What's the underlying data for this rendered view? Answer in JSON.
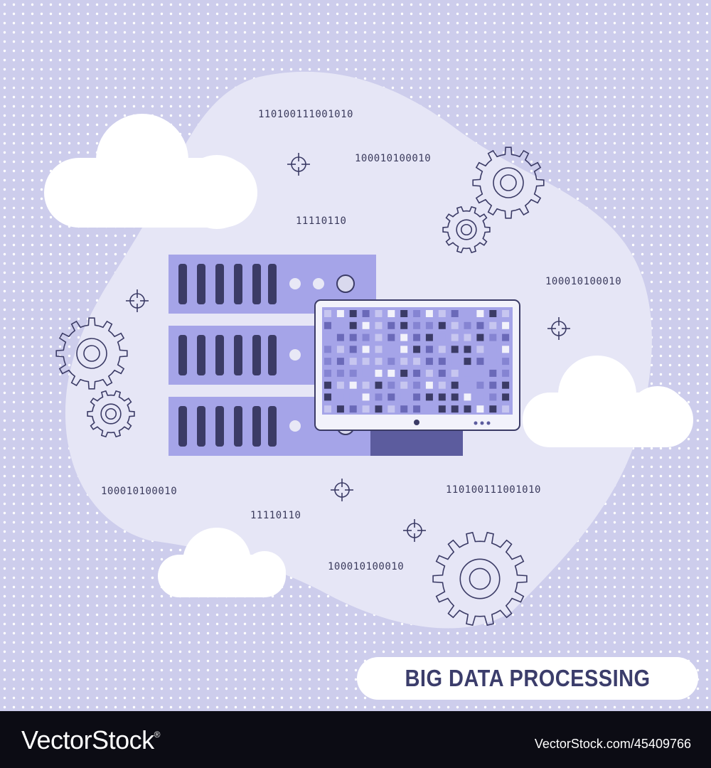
{
  "title": "BIG DATA PROCESSING",
  "binary_strings": [
    "110100111001010",
    "100010100010",
    "11110110",
    "100010100010",
    "100010100010",
    "110100111001010",
    "11110110",
    "100010100010"
  ],
  "footer": {
    "brand": "VectorStock",
    "trademark": "®",
    "stock_id": "VectorStock.com/45409766"
  },
  "colors": {
    "background": "#cdcdec",
    "blob": "#e6e6f6",
    "server_light": "#a5a4e8",
    "server_dark": "#3b3b66",
    "monitor_stand": "#5c5c9e",
    "title_text": "#3b3d6b",
    "footer_bg": "#0c0c14"
  },
  "icons": [
    "cloud-icon",
    "gear-icon",
    "crosshair-icon",
    "server-icon",
    "monitor-icon"
  ]
}
